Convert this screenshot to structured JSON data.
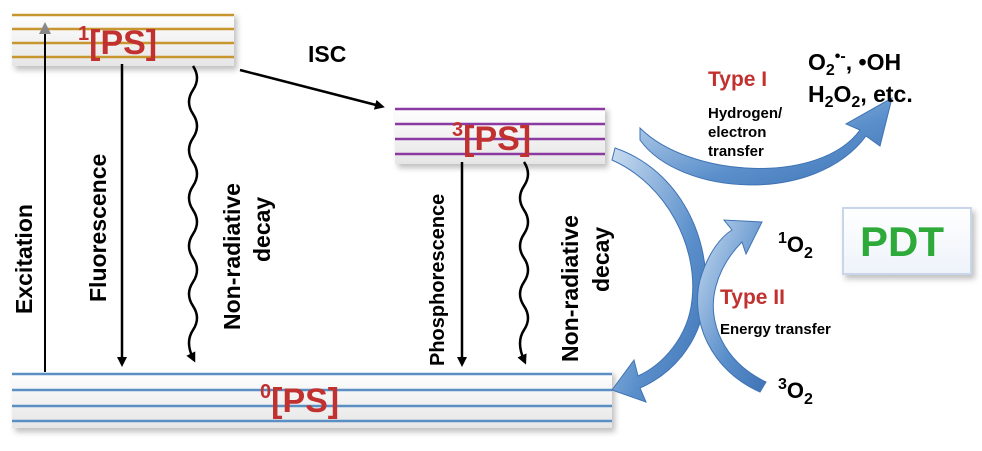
{
  "states": {
    "singlet": {
      "superscript": "1",
      "label": "[PS]"
    },
    "triplet": {
      "superscript": "3",
      "label": "[PS]"
    },
    "ground": {
      "superscript": "0",
      "label": "[PS]"
    }
  },
  "processes": {
    "excitation": "Excitation",
    "fluorescence": "Fluorescence",
    "nonrad1_line1": "Non-radiative",
    "nonrad1_line2": "decay",
    "isc": "ISC",
    "phosphorescence": "Phosphorescence",
    "nonrad2_line1": "Non-radiative",
    "nonrad2_line2": "decay"
  },
  "type1": {
    "title": "Type I",
    "desc_line1": "Hydrogen/",
    "desc_line2": "electron",
    "desc_line3": "transfer"
  },
  "type2": {
    "title": "Type II",
    "desc": "Energy transfer"
  },
  "species": {
    "line1_a": "O",
    "line1_a_sub": "2",
    "line1_a_sup": "•-",
    "line1_b": ", •OH",
    "line2_a": "H",
    "line2_a_sub": "2",
    "line2_b": "O",
    "line2_b_sub": "2",
    "line2_c": ", etc."
  },
  "oxygen": {
    "singlet_sup": "1",
    "singlet_o": "O",
    "singlet_sub": "2",
    "triplet_sup": "3",
    "triplet_o": "O",
    "triplet_sub": "2"
  },
  "pdt_label": "PDT",
  "colors": {
    "label_red": "#c0312f",
    "singlet_lines": "#c8962e",
    "triplet_lines": "#8a3aa0",
    "ground_lines": "#5b8fc4",
    "curved_arrow": "#4f86c6",
    "pdt_green": "#2eaa3a"
  }
}
